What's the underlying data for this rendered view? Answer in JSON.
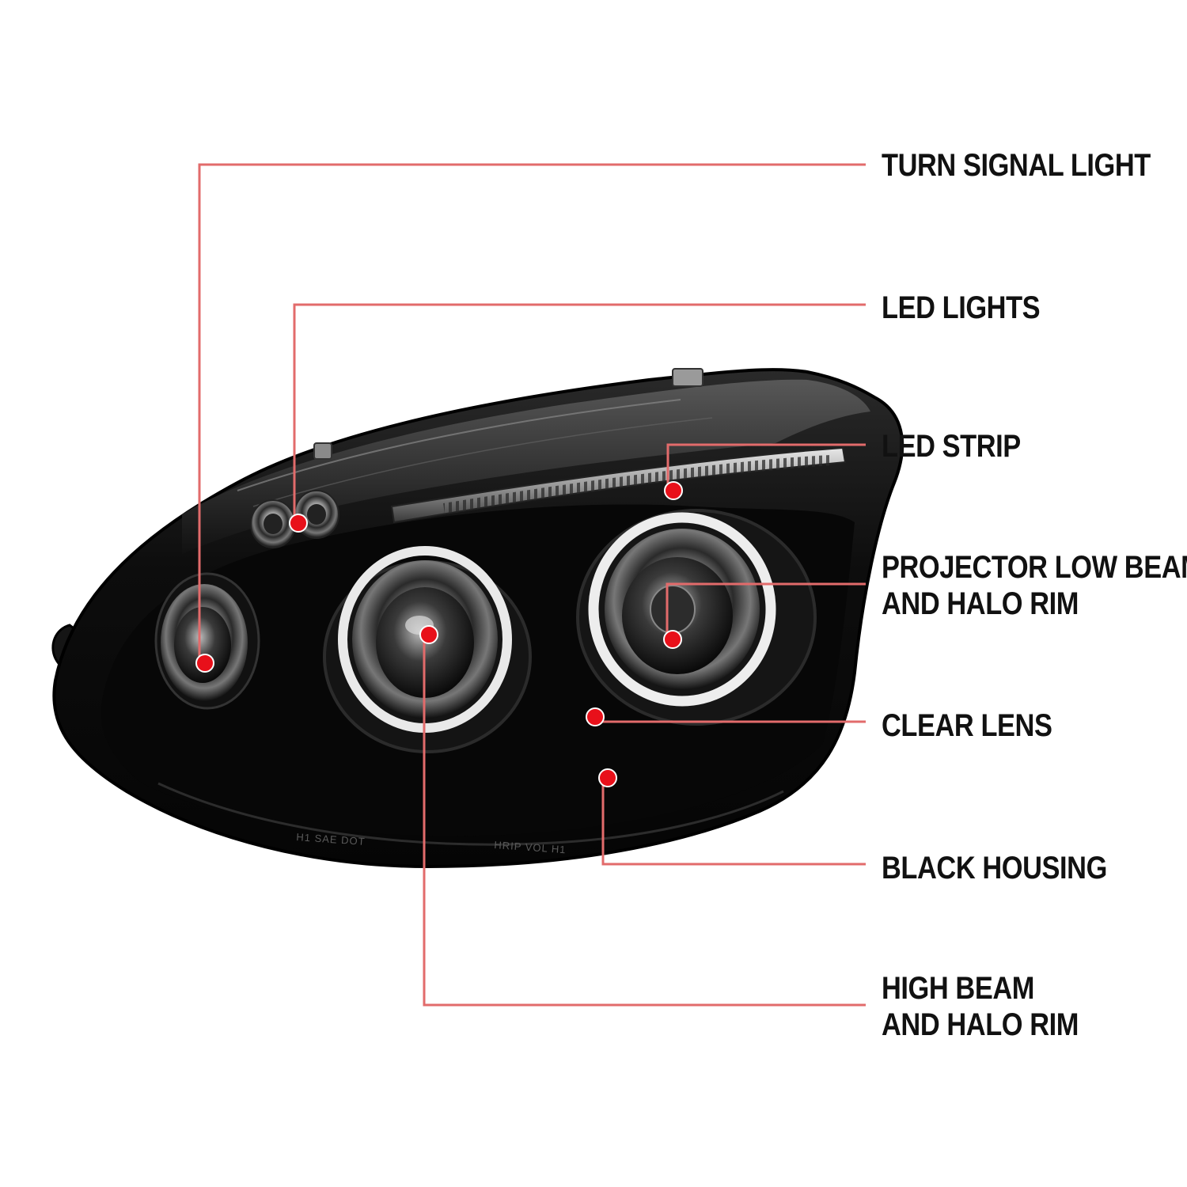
{
  "callouts": {
    "turn_signal": [
      "TURN SIGNAL LIGHT"
    ],
    "led_lights": [
      "LED LIGHTS"
    ],
    "led_strip": [
      "LED STRIP"
    ],
    "projector_low_beam": [
      "PROJECTOR LOW BEAM",
      "AND HALO RIM"
    ],
    "clear_lens": [
      "CLEAR LENS"
    ],
    "black_housing": [
      "BLACK HOUSING"
    ],
    "high_beam": [
      "HIGH BEAM",
      "AND HALO RIM"
    ]
  },
  "housing_markings": [
    "H1 SAE DOT",
    "HRIP VOL H1"
  ],
  "colors": {
    "leader_line": "#e26b6b",
    "marker": "#e8101a",
    "housing": "#0b0b0b",
    "label_text": "#111111"
  }
}
